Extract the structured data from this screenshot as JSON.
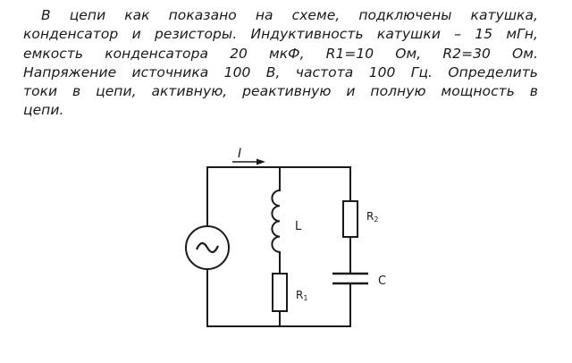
{
  "problem": {
    "lines": [
      "В цепи как показано на схеме, подключены катушка,",
      "конденсатор и резисторы. Индуктивность катушки – 15 мГн,",
      "емкость конденсатора 20 мкФ, R1=10 Ом, R2=30 Ом.",
      "Напряжение источника 100 В, частота 100 Гц. Определить",
      "токи в цепи, активную, реактивную и полную мощность в",
      "цепи."
    ]
  },
  "circuit": {
    "current_label": "I",
    "source_symbol": "~",
    "labels": {
      "inductor": "L",
      "resistor1": "R",
      "resistor1_sub": "1",
      "resistor2": "R",
      "resistor2_sub": "2",
      "capacitor": "C"
    }
  }
}
